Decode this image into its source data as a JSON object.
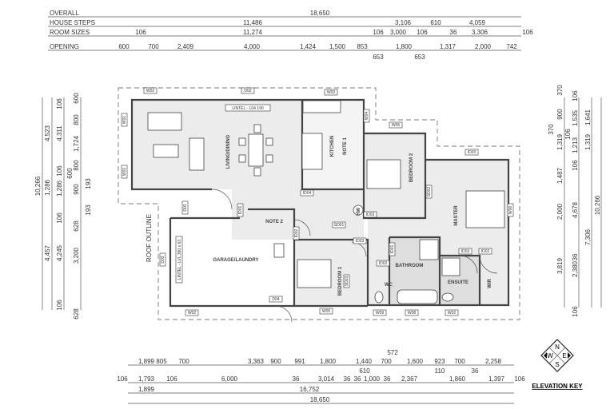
{
  "top_dimensions": {
    "rows": [
      {
        "label": "OVERALL",
        "values": [
          "18,650"
        ]
      },
      {
        "label": "HOUSE STEPS",
        "values": [
          "11,486",
          "3,106",
          "610",
          "4,059"
        ]
      },
      {
        "label": "ROOM SIZES",
        "values": [
          "106",
          "11,274",
          "106",
          "3,000",
          "106",
          "36",
          "3,306",
          "106"
        ]
      },
      {
        "label": "OPENING",
        "values": [
          "600",
          "700",
          "2,409",
          "4,000",
          "1,424",
          "1,500",
          "853",
          "653",
          "1,800",
          "653",
          "1,317",
          "2,000",
          "742"
        ]
      }
    ]
  },
  "bottom_dimensions": {
    "rows": [
      {
        "values": [
          "1,899",
          "805",
          "700",
          "3,363",
          "900",
          "991",
          "1,800",
          "1,440",
          "700",
          "572",
          "1,600",
          "923",
          "700",
          "2,258"
        ]
      },
      {
        "values": [
          "106",
          "1,793",
          "106",
          "6,000",
          "36",
          "3,014",
          "36",
          "36",
          "1,000",
          "36",
          "2,367",
          "610",
          "110",
          "1,860",
          "36",
          "1,397",
          "106"
        ]
      },
      {
        "values": [
          "1,899",
          "16,752"
        ]
      },
      {
        "values": [
          "18,650"
        ]
      }
    ]
  },
  "left_dimensions": {
    "values": [
      "10,266",
      "4,523",
      "1,286",
      "4,457",
      "106",
      "4,311",
      "106",
      "1,286",
      "106",
      "4,245",
      "106",
      "600",
      "800",
      "1,724",
      "800",
      "600",
      "193",
      "900",
      "193",
      "628",
      "3,200",
      "628"
    ]
  },
  "right_dimensions": {
    "values": [
      "370",
      "900",
      "370",
      "1,319",
      "1,487",
      "2,000",
      "3,819",
      "106",
      "1,535",
      "106",
      "1,213",
      "106",
      "4,678",
      "36",
      "2,380",
      "106",
      "1,641",
      "1,319",
      "7,306",
      "10,266"
    ]
  },
  "rooms": {
    "living": "LIVING/DINING",
    "kitchen": "KITCHEN",
    "bedroom2": "BEDROOM 2",
    "master": "MASTER",
    "garage": "GARAGE/LAUNDRY",
    "bedroom1": "BEDROOM 1",
    "bathroom": "BATHROOM",
    "wc": "WC",
    "ensuite": "ENSUITE",
    "wir": "WIR"
  },
  "annotations": {
    "lintel_living": "LINTEL - L04 190",
    "lintel_garage": "LINTEL - LVL 360 x 63",
    "roof_outline": "ROOF OUTLINE",
    "note1": "NOTE 1",
    "note2": "NOTE 2",
    "hw": "HW"
  },
  "tags": [
    "W02",
    "D02",
    "W03",
    "W04",
    "W01",
    "W01",
    "ID04",
    "W05",
    "SD02",
    "ID03",
    "W06",
    "D01",
    "ID01",
    "ID02",
    "SD01",
    "ID03",
    "ID03",
    "ID01",
    "ID02",
    "ID03",
    "ID02",
    "D03",
    "SD03",
    "D04",
    "W02",
    "W05",
    "W09",
    "W08",
    "W02"
  ],
  "elevation_key": {
    "label": "ELEVATION KEY",
    "letters": {
      "n": "N",
      "e": "E",
      "s": "S",
      "w": "W"
    }
  }
}
